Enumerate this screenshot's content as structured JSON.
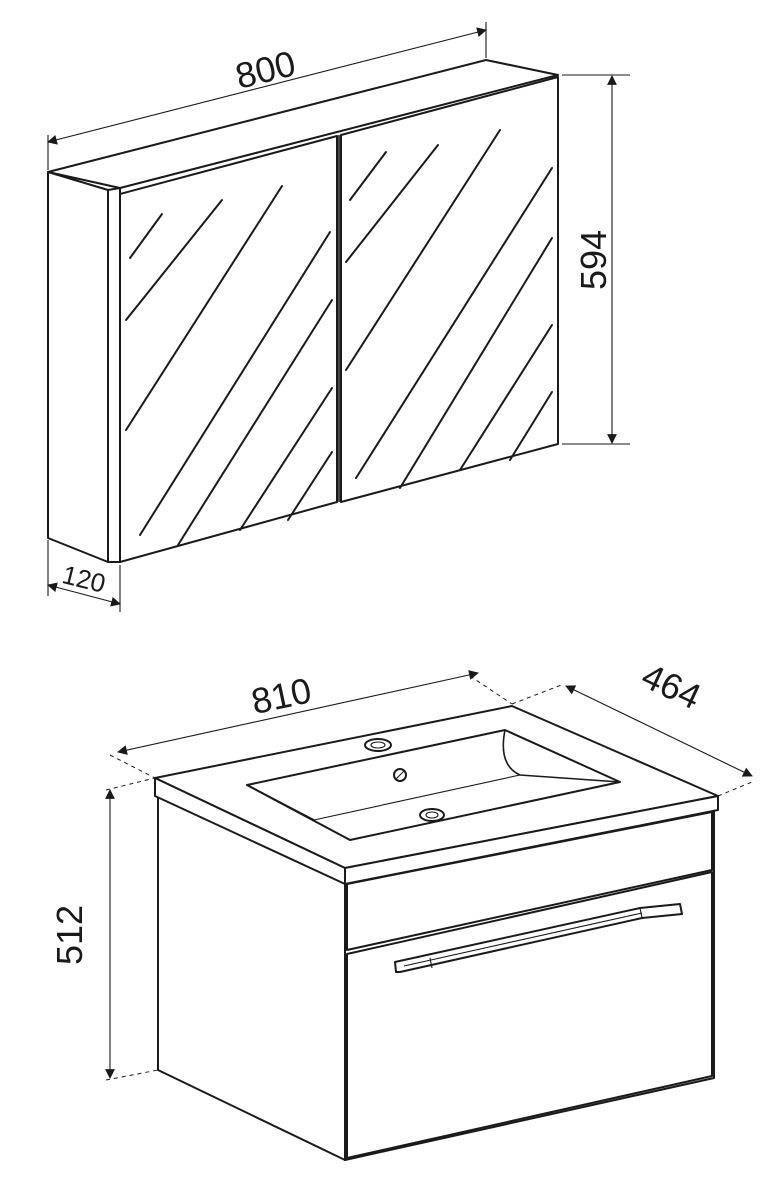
{
  "mirror_cabinet": {
    "width_label": "800",
    "height_label": "594",
    "depth_label": "120"
  },
  "vanity_unit": {
    "width_label": "810",
    "depth_label": "464",
    "height_label": "512"
  }
}
